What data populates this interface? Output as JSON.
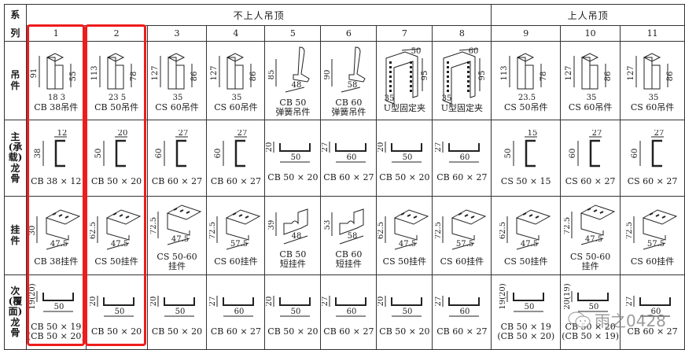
{
  "header": {
    "series_label": [
      "系",
      "列"
    ],
    "groups": [
      {
        "label": "不上人吊顶",
        "span": 8
      },
      {
        "label": "上人吊顶",
        "span": 3
      }
    ],
    "columns": [
      "1",
      "2",
      "3",
      "4",
      "5",
      "6",
      "7",
      "8",
      "9",
      "10",
      "11"
    ]
  },
  "rows": [
    {
      "label": [
        "吊",
        "件"
      ],
      "cells": [
        {
          "caption": [
            "CB 38吊件"
          ],
          "dims": [
            "91",
            "55",
            "18",
            "3"
          ]
        },
        {
          "caption": [
            "CB 50吊件"
          ],
          "dims": [
            "113",
            "78",
            "23",
            "5"
          ]
        },
        {
          "caption": [
            "CS 60吊件"
          ],
          "dims": [
            "127",
            "86",
            "35"
          ]
        },
        {
          "caption": [
            "CS 60吊件"
          ],
          "dims": [
            "127",
            "86",
            "35"
          ]
        },
        {
          "caption": [
            "CB 50",
            "弹簧吊件"
          ],
          "dims": [
            "85",
            "48"
          ]
        },
        {
          "caption": [
            "CB 60",
            "弹簧吊件"
          ],
          "dims": [
            "90",
            "58"
          ]
        },
        {
          "caption": [
            "U型固定夹"
          ],
          "dims": [
            "50",
            "95",
            "35"
          ]
        },
        {
          "caption": [
            "U型固定夹"
          ],
          "dims": [
            "60",
            "95",
            "35"
          ]
        },
        {
          "caption": [
            "CS 50吊件"
          ],
          "dims": [
            "113",
            "78",
            "23.5"
          ]
        },
        {
          "caption": [
            "CS 60吊件"
          ],
          "dims": [
            "127",
            "86",
            "35"
          ]
        },
        {
          "caption": [
            "CS 60吊件"
          ],
          "dims": [
            "127",
            "86",
            "35"
          ]
        }
      ]
    },
    {
      "label": [
        "主",
        "(承",
        "载)",
        "龙",
        "骨"
      ],
      "cells": [
        {
          "caption": [
            "CB 38 × 12"
          ],
          "dims": [
            "38",
            "12"
          ]
        },
        {
          "caption": [
            "CB 50 × 20"
          ],
          "dims": [
            "50",
            "20"
          ]
        },
        {
          "caption": [
            "CB 60 × 27"
          ],
          "dims": [
            "60",
            "27"
          ]
        },
        {
          "caption": [
            "CB 60 × 27"
          ],
          "dims": [
            "60",
            "27"
          ]
        },
        {
          "caption": [
            "CB 50 × 20"
          ],
          "dims": [
            "20",
            "50"
          ]
        },
        {
          "caption": [
            "CB 60 × 27"
          ],
          "dims": [
            "27",
            "60"
          ]
        },
        {
          "caption": [
            "CB 50 × 20"
          ],
          "dims": [
            "20",
            "50"
          ]
        },
        {
          "caption": [
            "CB 60 × 27"
          ],
          "dims": [
            "27",
            "60"
          ]
        },
        {
          "caption": [
            "CS 50 × 15"
          ],
          "dims": [
            "50",
            "15"
          ]
        },
        {
          "caption": [
            "CS 60 × 27"
          ],
          "dims": [
            "60",
            "27"
          ]
        },
        {
          "caption": [
            "CS 60 × 27"
          ],
          "dims": [
            "60",
            "27"
          ]
        }
      ]
    },
    {
      "label": [
        "挂",
        "件"
      ],
      "cells": [
        {
          "caption": [
            "CB 38挂件"
          ],
          "dims": [
            "30",
            "47.5"
          ]
        },
        {
          "caption": [
            "CS 50挂件"
          ],
          "dims": [
            "62.5",
            "47.5"
          ]
        },
        {
          "caption": [
            "CS 50-60",
            "挂件"
          ],
          "dims": [
            "72.5",
            "47.5"
          ]
        },
        {
          "caption": [
            "CS 60挂件"
          ],
          "dims": [
            "72.5",
            "57.5"
          ]
        },
        {
          "caption": [
            "CB 50",
            "短挂件"
          ],
          "dims": [
            "39",
            "48"
          ]
        },
        {
          "caption": [
            "CB 60",
            "短挂件"
          ],
          "dims": [
            "53",
            "58"
          ]
        },
        {
          "caption": [
            "CS 50挂件"
          ],
          "dims": [
            "62.5",
            "47.5"
          ]
        },
        {
          "caption": [
            "CS 60挂件"
          ],
          "dims": [
            "72.5",
            "57.5"
          ]
        },
        {
          "caption": [
            "CS 50挂件"
          ],
          "dims": [
            "62.5",
            "47.5"
          ]
        },
        {
          "caption": [
            "CS 50-60",
            "挂件"
          ],
          "dims": [
            "72.5",
            "47.5"
          ]
        },
        {
          "caption": [
            "CS 60挂件"
          ],
          "dims": [
            "72.5",
            "57.5"
          ]
        }
      ]
    },
    {
      "label": [
        "次",
        "(覆",
        "面)",
        "龙",
        "骨"
      ],
      "cells": [
        {
          "caption": [
            "CB 50 × 19",
            "(CB 50 × 20)"
          ],
          "dims": [
            "19(20)",
            "50"
          ]
        },
        {
          "caption": [
            "CB 50 × 20"
          ],
          "dims": [
            "20",
            "50"
          ]
        },
        {
          "caption": [
            "CB 50 × 20"
          ],
          "dims": [
            "20",
            "50"
          ]
        },
        {
          "caption": [
            "CB 60 × 27"
          ],
          "dims": [
            "27",
            "60"
          ]
        },
        {
          "caption": [
            "CB 50 × 20"
          ],
          "dims": [
            "20",
            "50"
          ]
        },
        {
          "caption": [
            "CB 60 × 27"
          ],
          "dims": [
            "27",
            "60"
          ]
        },
        {
          "caption": [
            "CB 50 × 20"
          ],
          "dims": [
            "20",
            "50"
          ]
        },
        {
          "caption": [
            "CB 60 × 27"
          ],
          "dims": [
            "27",
            "60"
          ]
        },
        {
          "caption": [
            "CB 50 × 19",
            "(CB 50 × 20)"
          ],
          "dims": [
            "19(20)",
            "50"
          ]
        },
        {
          "caption": [
            "CB 50 × 20",
            "(CB 50 × 19)"
          ],
          "dims": [
            "20(19)",
            "50"
          ]
        },
        {
          "caption": [
            "CB 60 × 27"
          ],
          "dims": [
            "27",
            "60"
          ]
        }
      ]
    }
  ],
  "highlights": {
    "columns": [
      "1",
      "2"
    ],
    "color": "#ee1c1c"
  },
  "watermark": {
    "icon": "wechat-icon",
    "text": "雨之0428"
  }
}
